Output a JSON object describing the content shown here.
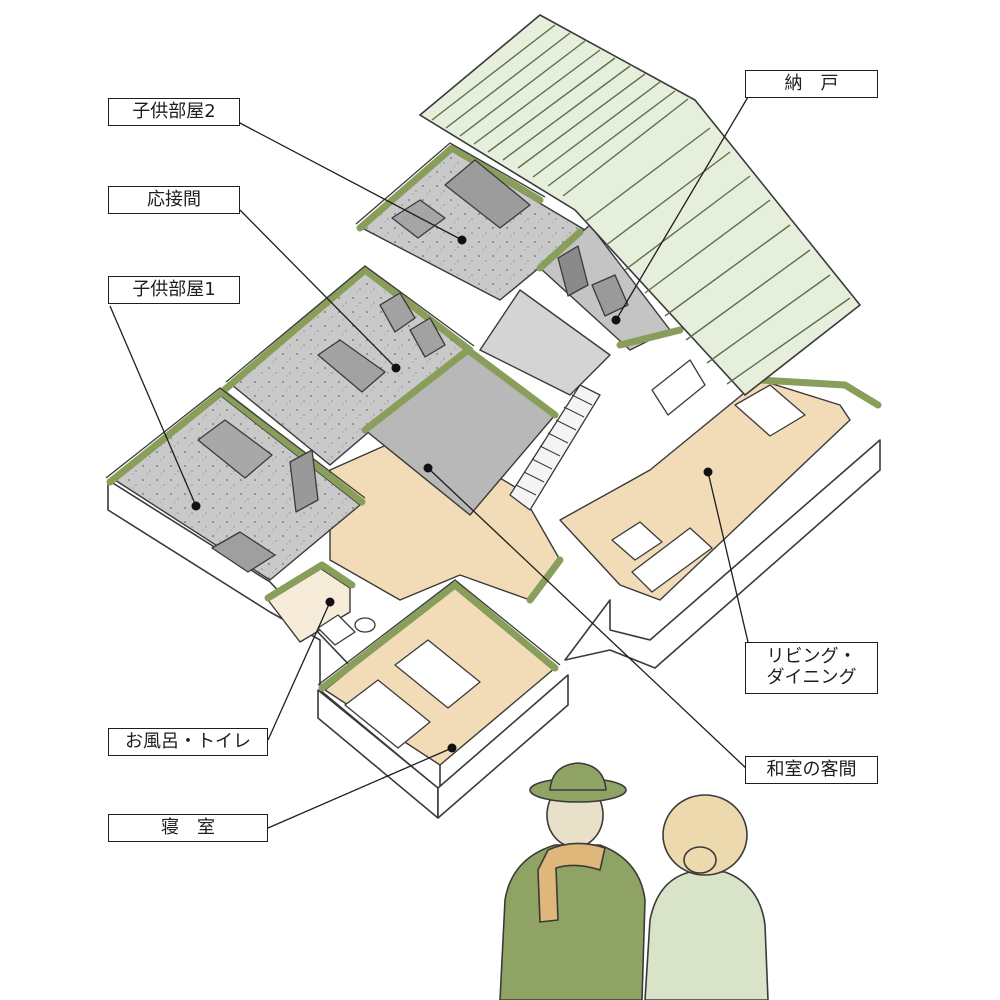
{
  "labels": {
    "child_room_2": "子供部屋2",
    "reception_room": "応接間",
    "child_room_1": "子供部屋1",
    "storage": "納　戸",
    "living_dining": "リビング・\nダイニング",
    "japanese_guest_room": "和室の客間",
    "bath_toilet": "お風呂・トイレ",
    "bedroom": "寝　室"
  },
  "colors": {
    "wall_top": "#8a9e5c",
    "wall_side": "#ffffff",
    "outline": "#3a3a3a",
    "room_gray": "#c8c8c8",
    "room_gray_dark": "#a9a9a9",
    "floor_wood": "#f2dcb8",
    "roof": "#e6efdc",
    "man_coat": "#8fa464",
    "man_scarf": "#e0b77a",
    "woman_coat": "#d8e3c8",
    "woman_hair": "#ecd9ad",
    "skin_back": "#e8e0c8"
  },
  "icons": {
    "callout_dot": "dot-icon"
  }
}
